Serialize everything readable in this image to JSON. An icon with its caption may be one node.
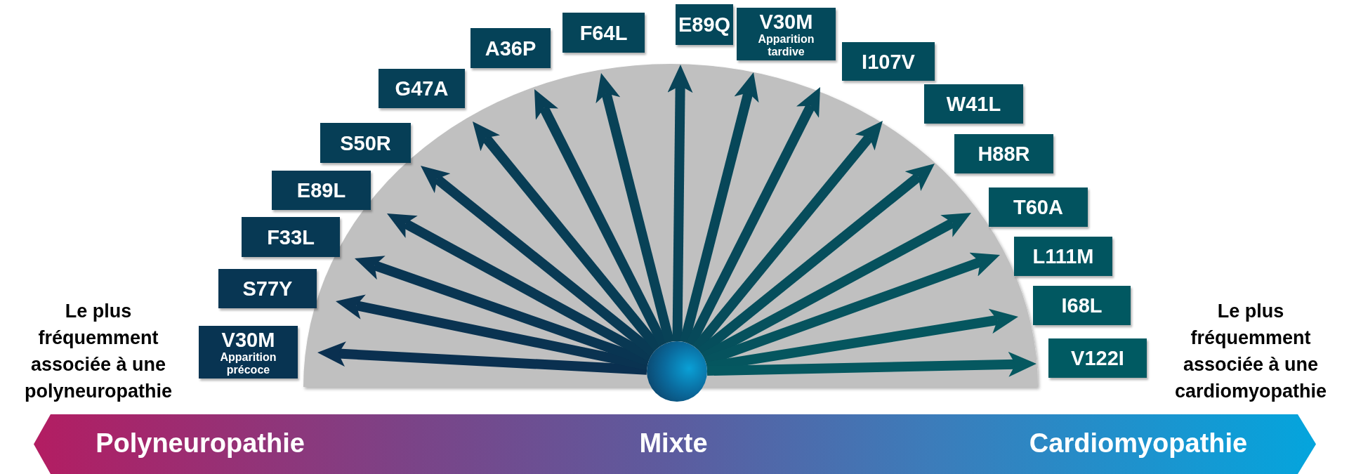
{
  "diagram": {
    "nodes": [
      {
        "text": [
          "V30M",
          "Apparition précoce"
        ]
      },
      {
        "text": [
          "S77Y"
        ]
      },
      {
        "text": [
          "F33L"
        ]
      },
      {
        "text": [
          "E89L"
        ]
      },
      {
        "text": [
          "S50R"
        ]
      },
      {
        "text": [
          "G47A"
        ]
      },
      {
        "text": [
          "A36P"
        ]
      },
      {
        "text": [
          "F64L"
        ]
      },
      {
        "text": [
          "E89Q"
        ]
      },
      {
        "text": [
          "V30M",
          "Apparition tardive"
        ]
      },
      {
        "text": [
          "I107V"
        ]
      },
      {
        "text": [
          "W41L"
        ]
      },
      {
        "text": [
          "H88R"
        ]
      },
      {
        "text": [
          "T60A"
        ]
      },
      {
        "text": [
          "L111M"
        ]
      },
      {
        "text": [
          "I68L"
        ]
      },
      {
        "text": [
          "V122I"
        ]
      },
      {
        "text": [],
        "shape": "circle"
      },
      {
        "text": [
          "Polyneuropathie",
          "Mixte",
          "Cardiomyopathie"
        ]
      }
    ],
    "edges": [
      {
        "from": 17,
        "to": 0,
        "arrow": "to"
      },
      {
        "from": 17,
        "to": 1,
        "arrow": "to"
      },
      {
        "from": 17,
        "to": 2,
        "arrow": "to"
      },
      {
        "from": 17,
        "to": 3,
        "arrow": "to"
      },
      {
        "from": 17,
        "to": 4,
        "arrow": "to"
      },
      {
        "from": 17,
        "to": 5,
        "arrow": "to"
      },
      {
        "from": 17,
        "to": 6,
        "arrow": "to"
      },
      {
        "from": 17,
        "to": 7,
        "arrow": "to"
      },
      {
        "from": 17,
        "to": 8,
        "arrow": "to"
      },
      {
        "from": 17,
        "to": 9,
        "arrow": "to"
      },
      {
        "from": 17,
        "to": 10,
        "arrow": "to"
      },
      {
        "from": 17,
        "to": 11,
        "arrow": "to"
      },
      {
        "from": 17,
        "to": 12,
        "arrow": "to"
      },
      {
        "from": 17,
        "to": 13,
        "arrow": "to"
      },
      {
        "from": 17,
        "to": 14,
        "arrow": "to"
      },
      {
        "from": 17,
        "to": 15,
        "arrow": "to"
      },
      {
        "from": 17,
        "to": 16,
        "arrow": "to"
      }
    ],
    "labels": [
      "Le plus fréquemment associée à une polyneuropathie",
      "Le plus fréquemment associée à une cardiomyopathie"
    ]
  }
}
